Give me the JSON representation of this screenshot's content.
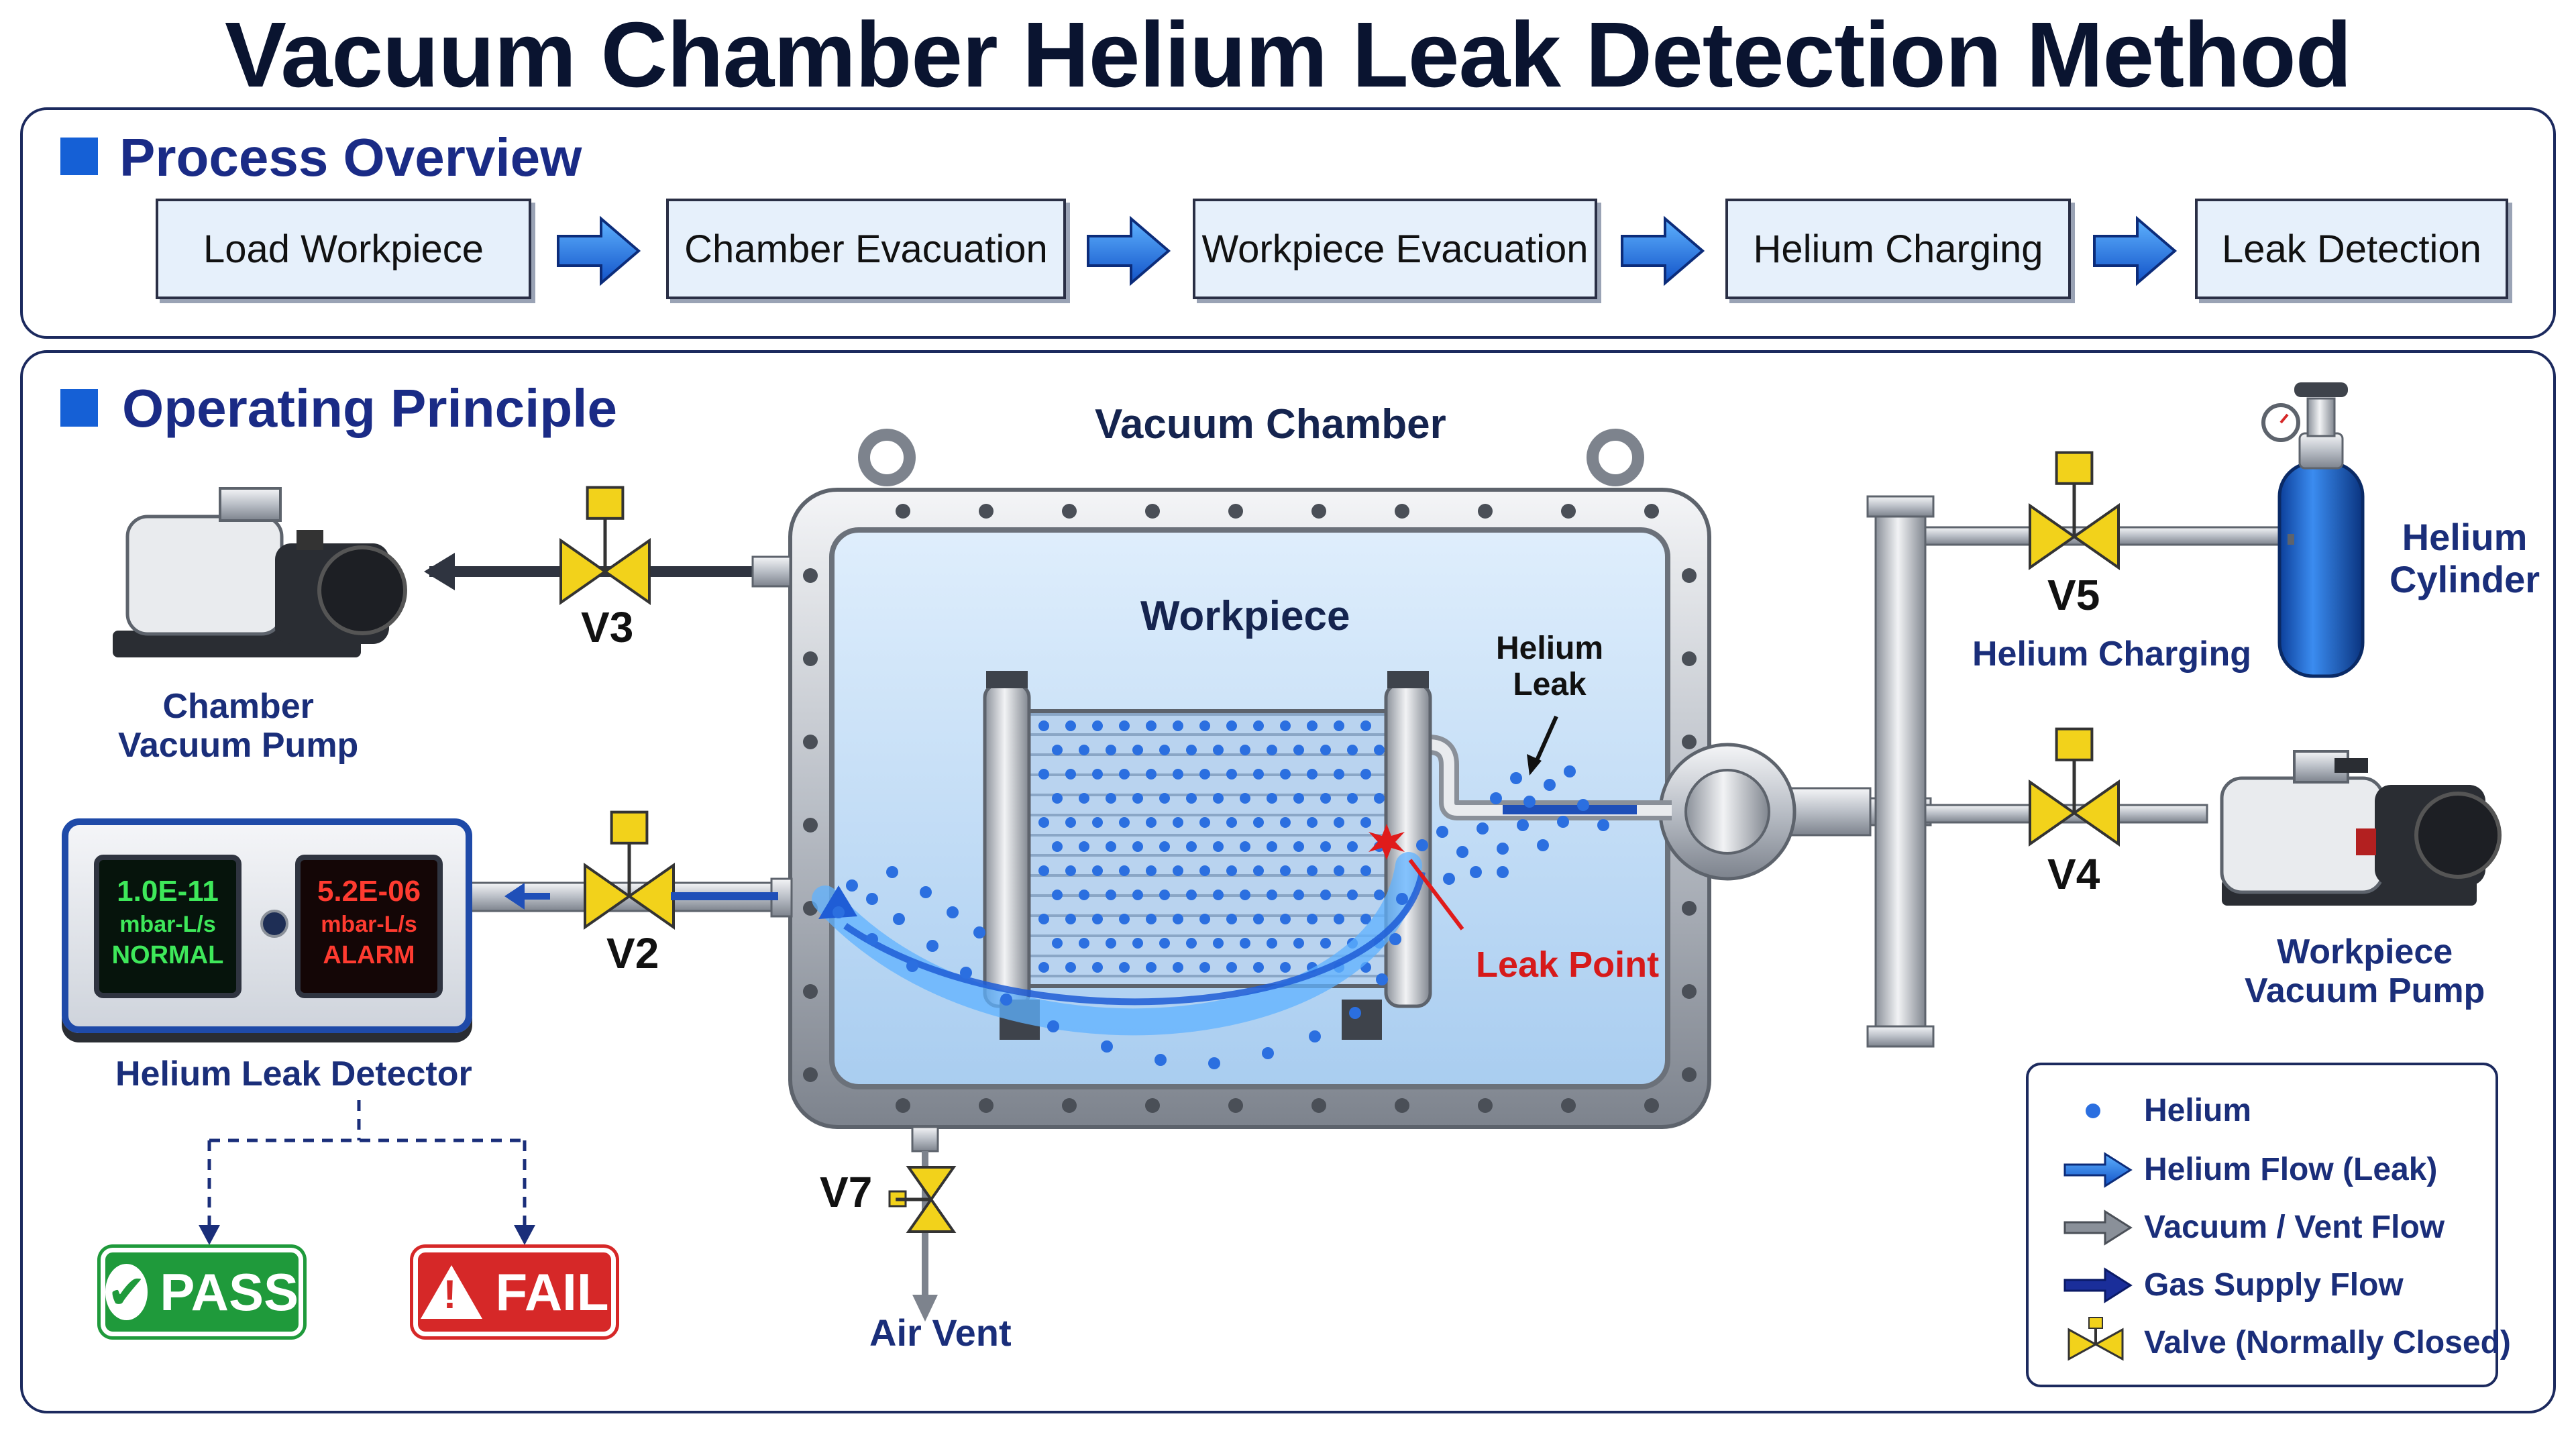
{
  "title": "Vacuum Chamber Helium Leak Detection Method",
  "process_overview": {
    "heading": "Process Overview",
    "steps": [
      "Load Workpiece",
      "Chamber Evacuation",
      "Workpiece Evacuation",
      "Helium Charging",
      "Leak Detection"
    ]
  },
  "operating_principle": {
    "heading": "Operating Principle",
    "labels": {
      "vacuum_chamber": "Vacuum Chamber",
      "workpiece": "Workpiece",
      "helium_leak": "Helium\nLeak",
      "leak_point": "Leak Point",
      "chamber_pump": "Chamber\nVacuum Pump",
      "workpiece_pump": "Workpiece\nVacuum Pump",
      "helium_cylinder": "Helium\nCylinder",
      "helium_charging": "Helium Charging",
      "leak_detector": "Helium Leak Detector",
      "air_vent": "Air Vent"
    },
    "valves": {
      "v2": "V2",
      "v3": "V3",
      "v4": "V4",
      "v5": "V5",
      "v7": "V7"
    },
    "detector": {
      "left": {
        "value": "1.0E-11",
        "unit": "mbar-L/s",
        "status": "NORMAL"
      },
      "right": {
        "value": "5.2E-06",
        "unit": "mbar-L/s",
        "status": "ALARM"
      }
    },
    "results": {
      "pass": "PASS",
      "fail": "FAIL"
    }
  },
  "legend": [
    {
      "symbol": "helium-dot",
      "label": "Helium"
    },
    {
      "symbol": "helium-flow-arrow",
      "label": "Helium Flow (Leak)"
    },
    {
      "symbol": "vacuum-vent-arrow",
      "label": "Vacuum / Vent Flow"
    },
    {
      "symbol": "gas-supply-arrow",
      "label": "Gas Supply Flow"
    },
    {
      "symbol": "valve-icon",
      "label": "Valve (Normally Closed)"
    }
  ],
  "colors": {
    "accent_blue": "#1560d6",
    "title_navy": "#0a1430",
    "valve_yellow": "#f2d21b",
    "normal_green": "#3ee85a",
    "alarm_red": "#ff3b30",
    "pass_green": "#1f9a3b",
    "fail_red": "#d62828",
    "leak_red": "#e01b1b",
    "helium_blue": "#2b6fe0"
  }
}
